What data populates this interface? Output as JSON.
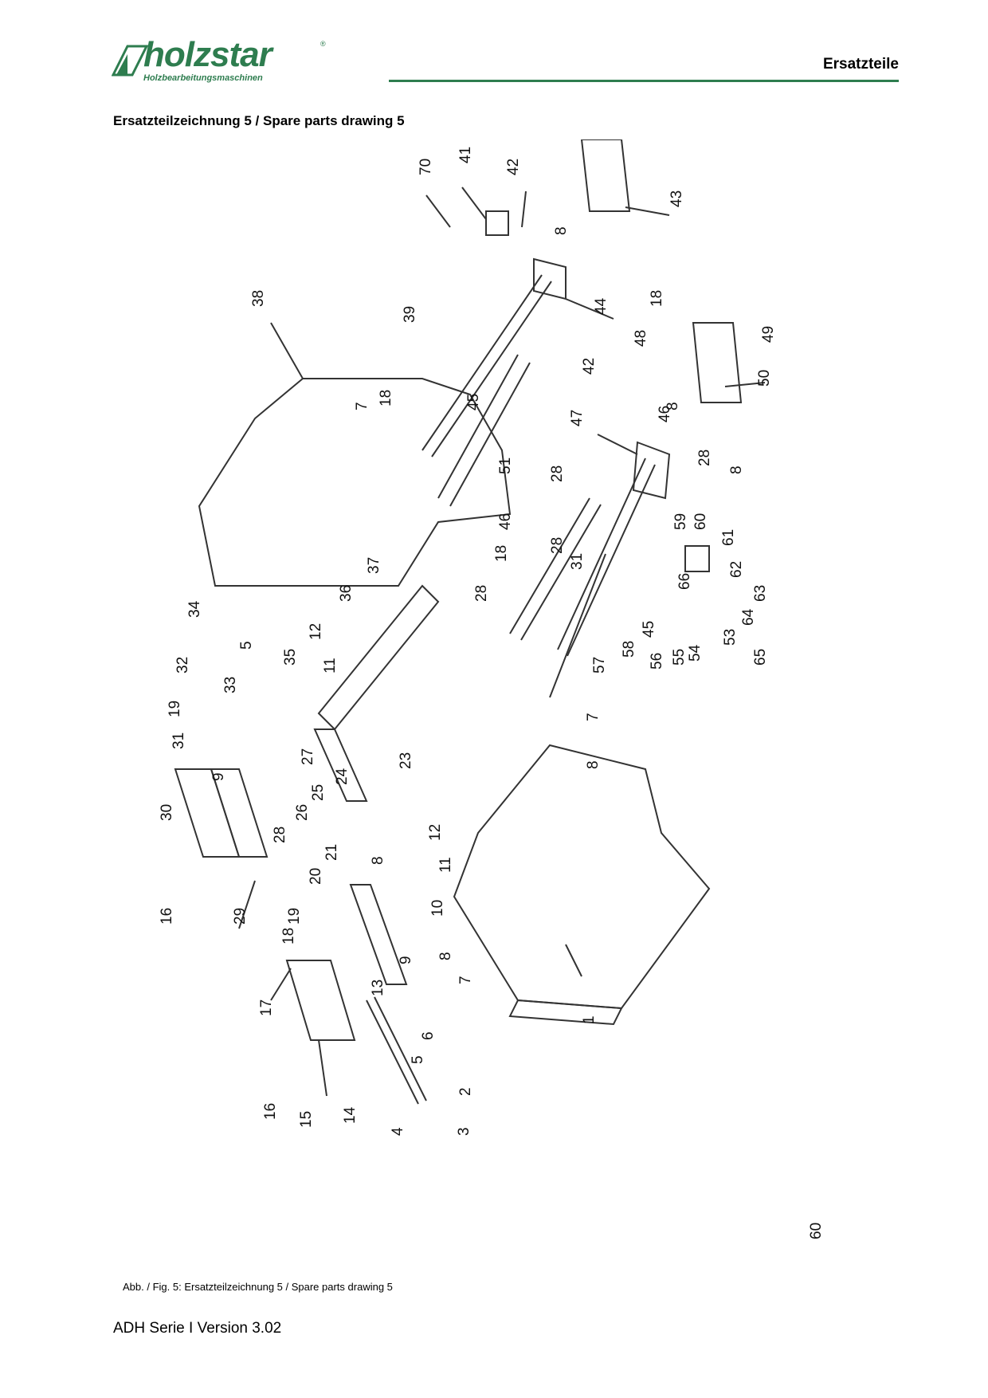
{
  "header": {
    "logo_text": "holzstar",
    "logo_sub": "Holzbearbeitungsmaschinen",
    "logo_reg": "®",
    "section": "Ersatzteile",
    "brand_color": "#2e7d4f"
  },
  "page": {
    "heading": "Ersatzteilzeichnung 5 / Spare parts drawing 5"
  },
  "drawing": {
    "callouts": [
      "70",
      "41",
      "42",
      "43",
      "8",
      "38",
      "39",
      "44",
      "18",
      "48",
      "49",
      "50",
      "42",
      "8",
      "7",
      "18",
      "45",
      "47",
      "28",
      "46",
      "28",
      "8",
      "51",
      "46",
      "28",
      "59",
      "60",
      "61",
      "18",
      "31",
      "62",
      "66",
      "63",
      "28",
      "37",
      "36",
      "34",
      "5",
      "12",
      "35",
      "32",
      "33",
      "19",
      "31",
      "11",
      "27",
      "30",
      "9",
      "26",
      "25",
      "24",
      "23",
      "28",
      "29",
      "16",
      "21",
      "20",
      "19",
      "18",
      "8",
      "12",
      "11",
      "10",
      "13",
      "9",
      "8",
      "7",
      "17",
      "6",
      "5",
      "2",
      "16",
      "15",
      "14",
      "4",
      "3",
      "1",
      "7",
      "8",
      "57",
      "58",
      "45",
      "56",
      "55",
      "54",
      "53",
      "65",
      "64",
      "60"
    ]
  },
  "caption": "Abb. / Fig. 5: Ersatzteilzeichnung 5 / Spare parts drawing 5",
  "footer": "ADH Serie I Version 3.02"
}
